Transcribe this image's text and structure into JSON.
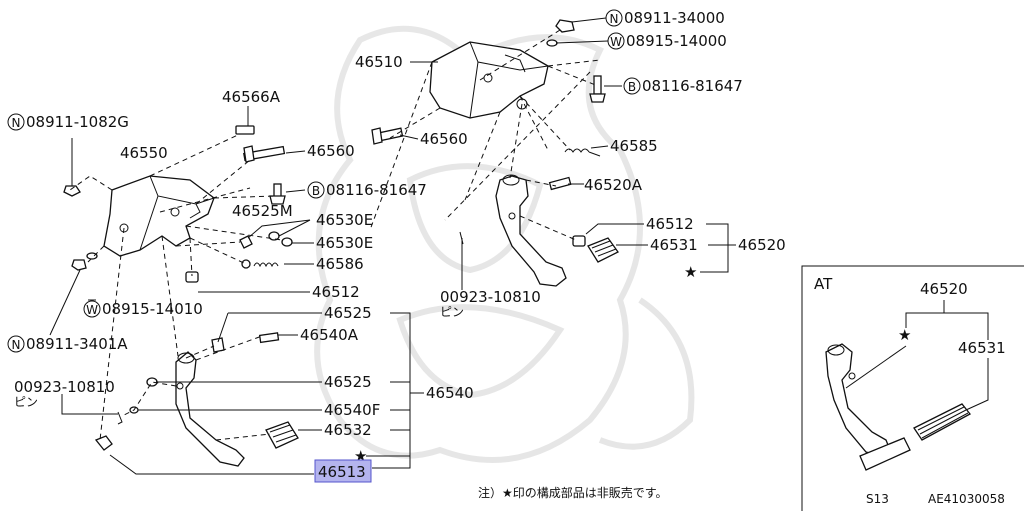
{
  "labels": {
    "p08911_34000": "08911-34000",
    "p08915_14000": "08915-14000",
    "p46510": "46510",
    "p08116_81647_a": "08116-81647",
    "p46566A": "46566A",
    "p08911_1082G": "08911-1082G",
    "p46550": "46550",
    "p46560_a": "46560",
    "p46560_b": "46560",
    "p46585": "46585",
    "p08116_81647_b": "08116-81647",
    "p46520A": "46520A",
    "p46525M": "46525M",
    "p46530E_a": "46530E",
    "p46530E_b": "46530E",
    "p46512_a": "46512",
    "p46531_a": "46531",
    "p46520_a": "46520",
    "p46586": "46586",
    "p00923_10810_a": "00923-10810",
    "pin_a": "ピン",
    "p46512_b": "46512",
    "p08915_14010": "08915-14010",
    "p46525_a": "46525",
    "p46540A": "46540A",
    "p08911_3401A": "08911-3401A",
    "p00923_10810_b": "00923-10810",
    "pin_b": "ピン",
    "p46525_b": "46525",
    "p46540": "46540",
    "p46540F": "46540F",
    "p46532": "46532",
    "p46513": "46513",
    "at": "AT",
    "p46520_b": "46520",
    "p46531_b": "46531"
  },
  "prefix": {
    "n": "N",
    "w": "W",
    "b": "B"
  },
  "footnote": "注）★印の構成部品は非販売です。",
  "model": "S13",
  "code": "AE41030058",
  "colors": {
    "highlight": "#b4b4ee",
    "highlight_border": "#5555cc",
    "ink": "#111111",
    "watermark": "#e4e4e4"
  }
}
